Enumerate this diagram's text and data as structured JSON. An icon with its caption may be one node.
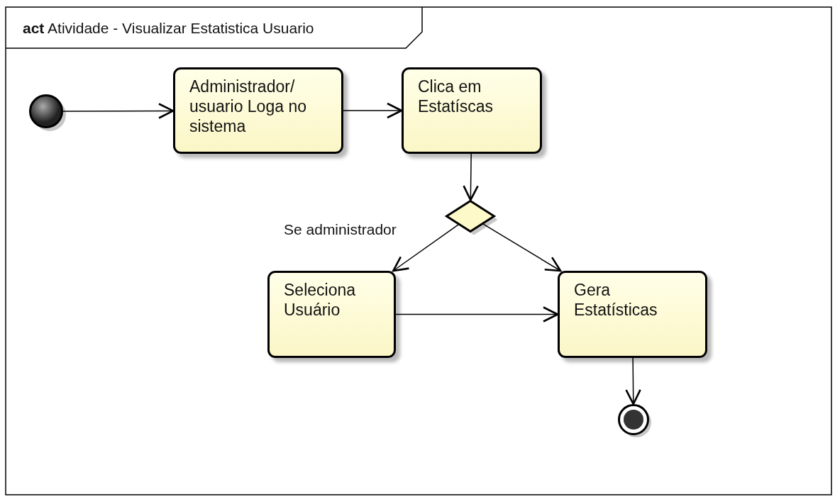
{
  "diagram": {
    "title": "**act** Atividade - Visualizar Estatistica Usuario",
    "nodes": [
      {
        "text": [],
        "shape": "circle"
      },
      {
        "text": [
          "Administrador/ usuario Loga no sistema"
        ]
      },
      {
        "text": [
          "Clica em Estatíscas"
        ]
      },
      {
        "text": [],
        "shape": "diamond"
      },
      {
        "text": [
          "Seleciona Usuário"
        ]
      },
      {
        "text": [
          "Gera Estatísticas"
        ]
      },
      {
        "text": [],
        "shape": "circle"
      }
    ],
    "edges": [
      {
        "from": 0,
        "to": 1,
        "arrow": "to"
      },
      {
        "from": 1,
        "to": 2,
        "arrow": "to"
      },
      {
        "from": 2,
        "to": 3,
        "arrow": "to"
      },
      {
        "from": 3,
        "to": 4,
        "arrow": "to",
        "label": "Se administrador"
      },
      {
        "from": 3,
        "to": 5,
        "arrow": "to"
      },
      {
        "from": 4,
        "to": 5,
        "arrow": "to"
      },
      {
        "from": 5,
        "to": 6,
        "arrow": "to"
      }
    ]
  }
}
